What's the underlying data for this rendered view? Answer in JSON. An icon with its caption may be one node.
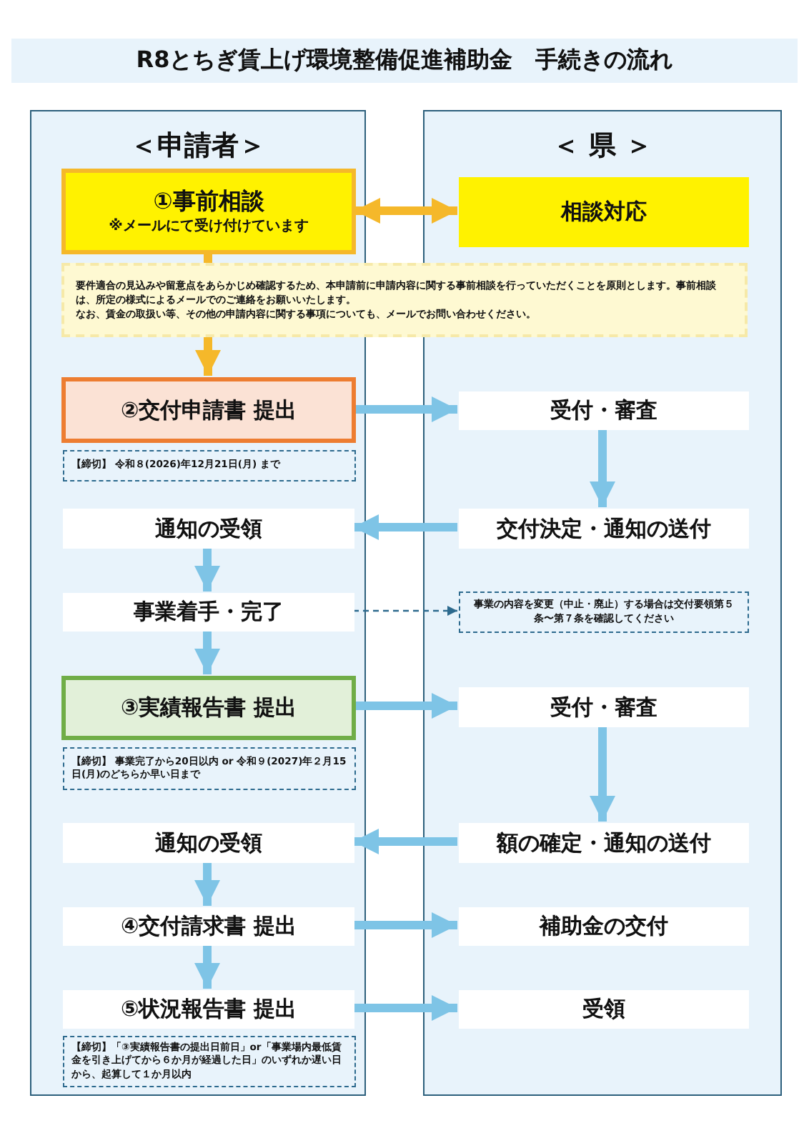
{
  "diagram": {
    "title": "R8とちぎ賃上げ環境整備促進補助金　手続きの流れ",
    "nodes": [
      {
        "text": [
          "＜申請者＞"
        ]
      },
      {
        "text": [
          "＜ 県 ＞"
        ]
      },
      {
        "text": [
          "①事前相談",
          "※メールにて受け付けています"
        ],
        "in": 0
      },
      {
        "text": [
          "相談対応"
        ],
        "in": 1
      },
      {
        "text": [
          "要件適合の見込みや留意点をあらかじめ確認するため、本申請前に申請内容に関する事前相談を行っていただくことを原則とします。事前相談は、所定の様式によるメールでのご連絡をお願いいたします。",
          "なお、賃金の取扱い等、その他の申請内容に関する事項についても、メールでお問い合わせください。"
        ]
      },
      {
        "text": [
          "②交付申請書 提出"
        ],
        "in": 0
      },
      {
        "text": [
          "【締切】 令和８(2026)年12月21日(月) まで"
        ],
        "in": 0
      },
      {
        "text": [
          "受付・審査"
        ],
        "in": 1
      },
      {
        "text": [
          "通知の受領"
        ],
        "in": 0
      },
      {
        "text": [
          "交付決定・通知の送付"
        ],
        "in": 1
      },
      {
        "text": [
          "事業着手・完了"
        ],
        "in": 0
      },
      {
        "text": [
          "事業の内容を変更（中止・廃止）する場合は交付要領第５条〜第７条を確認してください"
        ],
        "in": 1
      },
      {
        "text": [
          "③実績報告書 提出"
        ],
        "in": 0
      },
      {
        "text": [
          "【締切】 事業完了から20日以内 or 令和９(2027)年２月15日(月)のどちらか早い日まで"
        ],
        "in": 0
      },
      {
        "text": [
          "受付・審査"
        ],
        "in": 1
      },
      {
        "text": [
          "通知の受領"
        ],
        "in": 0
      },
      {
        "text": [
          "額の確定・通知の送付"
        ],
        "in": 1
      },
      {
        "text": [
          "④交付請求書 提出"
        ],
        "in": 0
      },
      {
        "text": [
          "補助金の交付"
        ],
        "in": 1
      },
      {
        "text": [
          "⑤状況報告書 提出"
        ],
        "in": 0
      },
      {
        "text": [
          "受領"
        ],
        "in": 1
      },
      {
        "text": [
          "【締切】「③実績報告書の提出日前日」or「事業場内最低賃金を引き上げてから６か月が経過した日」のいずれか遅い日から、起算して１か月以内"
        ],
        "in": 0
      }
    ],
    "edges": [
      {
        "from": 2,
        "to": 3,
        "arrow": "both",
        "color": "#f5b82a"
      },
      {
        "from": 2,
        "to": 4,
        "arrow": "none",
        "color": "#f5b82a"
      },
      {
        "from": 4,
        "to": 5,
        "arrow": "to",
        "color": "#f5b82a"
      },
      {
        "from": 5,
        "to": 7,
        "arrow": "to"
      },
      {
        "from": 7,
        "to": 9,
        "arrow": "to"
      },
      {
        "from": 9,
        "to": 8,
        "arrow": "to"
      },
      {
        "from": 8,
        "to": 10,
        "arrow": "to"
      },
      {
        "from": 10,
        "to": 11,
        "arrow": "to",
        "style": "dashed",
        "color": "#2d6a8e"
      },
      {
        "from": 10,
        "to": 12,
        "arrow": "to"
      },
      {
        "from": 12,
        "to": 14,
        "arrow": "to"
      },
      {
        "from": 14,
        "to": 16,
        "arrow": "to"
      },
      {
        "from": 16,
        "to": 15,
        "arrow": "to"
      },
      {
        "from": 15,
        "to": 17,
        "arrow": "to"
      },
      {
        "from": 17,
        "to": 18,
        "arrow": "to"
      },
      {
        "from": 17,
        "to": 19,
        "arrow": "to"
      },
      {
        "from": 19,
        "to": 20,
        "arrow": "to"
      }
    ]
  }
}
